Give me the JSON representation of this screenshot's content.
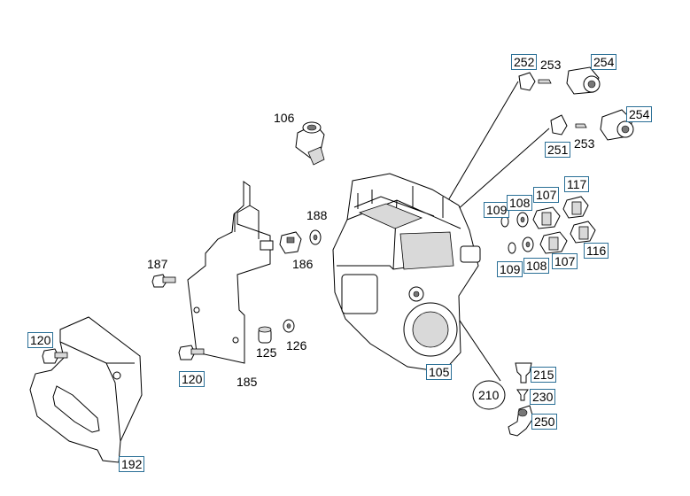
{
  "callouts": {
    "c106": "106",
    "c188": "188",
    "c186": "186",
    "c187": "187",
    "c120a": "120",
    "c120b": "120",
    "c125": "125",
    "c126": "126",
    "c185": "185",
    "c192": "192",
    "c105": "105",
    "c252": "252",
    "c253a": "253",
    "c254a": "254",
    "c254b": "254",
    "c251": "251",
    "c253b": "253",
    "c109a": "109",
    "c108a": "108",
    "c107a": "107",
    "c117": "117",
    "c109b": "109",
    "c108b": "108",
    "c107b": "107",
    "c116": "116",
    "c215": "215",
    "c210": "210",
    "c230": "230",
    "c250": "250"
  }
}
